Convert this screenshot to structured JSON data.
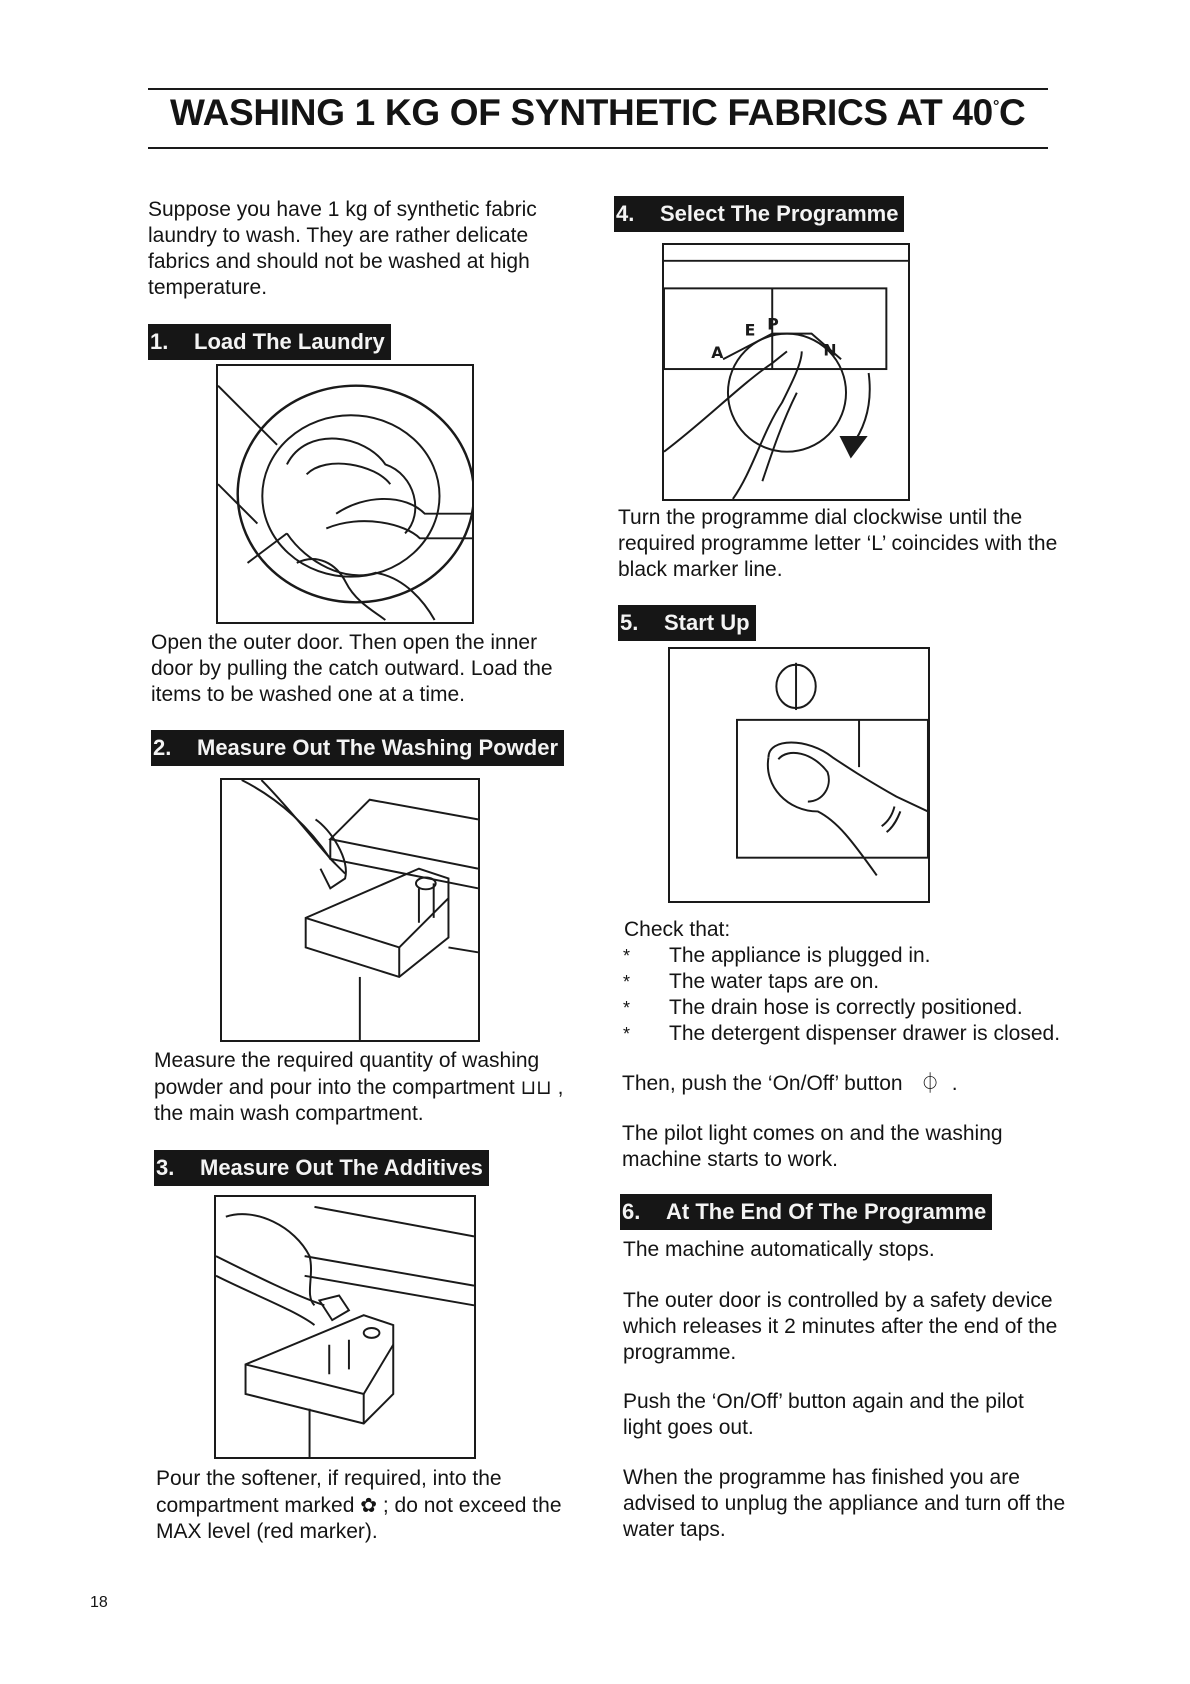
{
  "title": {
    "main": "WASHING 1 KG OF SYNTHETIC FABRICS AT 40",
    "degree": "°",
    "unit": "C"
  },
  "intro": "Suppose you have 1 kg of synthetic fabric laundry to wash. They are rather delicate fabrics and should not be washed at high temperature.",
  "steps": [
    {
      "num": "1.",
      "label": "Load The Laundry",
      "text": "Open the outer door. Then open the inner door by pulling the catch outward. Load the items to be washed one at a time."
    },
    {
      "num": "2.",
      "label": "Measure Out The Washing Powder",
      "text_before": "Measure the required quantity of washing powder and pour into the compartment",
      "symbol": "⊔⊔",
      "text_after": ", the main wash compartment."
    },
    {
      "num": "3.",
      "label": "Measure Out The Additives",
      "text_before": "Pour the softener, if required, into the compartment marked",
      "symbol": "✿",
      "text_after": "; do not exceed the MAX level (red marker)."
    },
    {
      "num": "4.",
      "label": "Select The Programme",
      "text": "Turn the programme dial clockwise until the required programme letter ‘L’ coincides with the black marker line.",
      "dial_letters": [
        "A",
        "E",
        "P",
        "N"
      ]
    },
    {
      "num": "5.",
      "label": "Start Up",
      "check_intro": "Check that:",
      "checks": [
        "The appliance is plugged in.",
        "The water taps are on.",
        "The drain hose is correctly positioned.",
        "The detergent dispenser drawer is closed."
      ],
      "then_text": "Then, push the ‘On/Off’ button",
      "then_symbol": "⏀",
      "then_end": ".",
      "pilot_text": "The pilot light comes on and the washing machine starts to work."
    },
    {
      "num": "6.",
      "label": "At The End Of The Programme",
      "paras": [
        "The machine automatically stops.",
        "The outer door is controlled by a safety device which releases it 2 minutes after the end of the programme.",
        "Push the ‘On/Off’ button again and the pilot light goes out.",
        "When the programme has finished you are advised to unplug the appliance and turn off the water taps."
      ]
    }
  ],
  "page_number": "18"
}
